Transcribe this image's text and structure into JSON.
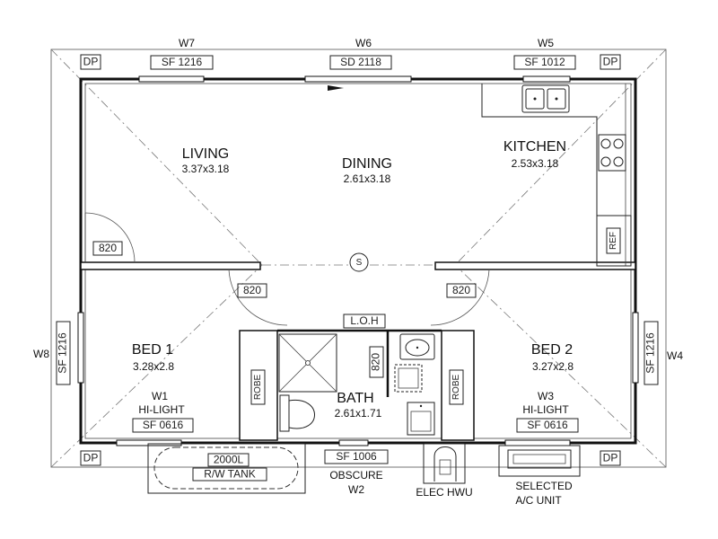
{
  "rooms": {
    "living": {
      "name": "LIVING",
      "dims": "3.37x3.18"
    },
    "dining": {
      "name": "DINING",
      "dims": "2.61x3.18"
    },
    "kitchen": {
      "name": "KITCHEN",
      "dims": "2.53x3.18"
    },
    "bed1": {
      "name": "BED 1",
      "dims": "3.28x2.8"
    },
    "bath": {
      "name": "BATH",
      "dims": "2.61x1.71"
    },
    "bed2": {
      "name": "BED 2",
      "dims": "3.27x2.8"
    }
  },
  "windows": {
    "w7": {
      "id": "W7",
      "code": "SF 1216"
    },
    "w6": {
      "id": "W6",
      "code": "SD 2118"
    },
    "w5": {
      "id": "W5",
      "code": "SF 1012"
    },
    "w8": {
      "id": "W8",
      "code": "SF 1216"
    },
    "w4": {
      "id": "W4",
      "code": "SF 1216"
    },
    "w1": {
      "id": "W1",
      "note": "HI-LIGHT",
      "code": "SF 0616"
    },
    "w3": {
      "id": "W3",
      "note": "HI-LIGHT",
      "code": "SF 0616"
    },
    "w2": {
      "code": "SF 1006",
      "note": "OBSCURE",
      "id": "W2"
    }
  },
  "downpipes": [
    "DP",
    "DP",
    "DP",
    "DP"
  ],
  "doors": [
    "820",
    "820",
    "820"
  ],
  "labels": {
    "ref": "REF",
    "robe_left": "ROBE",
    "robe_right": "ROBE",
    "loh": "L.O.H",
    "smoke": "S",
    "tank_size": "2000L",
    "tank": "R/W TANK",
    "hwu": "ELEC HWU",
    "ac_line1": "SELECTED",
    "ac_line2": "A/C UNIT"
  }
}
